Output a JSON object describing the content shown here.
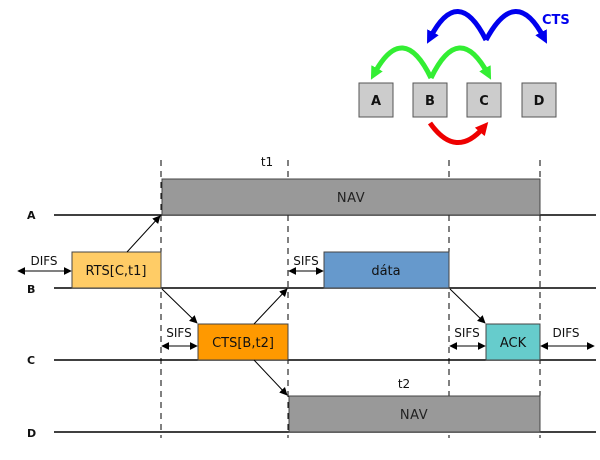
{
  "nodes": [
    "A",
    "B",
    "C",
    "D"
  ],
  "cts_label": "CTS",
  "rows": {
    "a": "A",
    "b": "B",
    "c": "C",
    "d": "D"
  },
  "time_labels": {
    "t1": "t1",
    "t2": "t2"
  },
  "frames": {
    "nav_a": "NAV",
    "rts": "RTS[C,t1]",
    "data": "dáta",
    "cts": "CTS[B,t2]",
    "ack": "ACK",
    "nav_d": "NAV"
  },
  "intervals": {
    "difs_b": "DIFS",
    "sifs_b": "SIFS",
    "sifs_c1": "SIFS",
    "sifs_c2": "SIFS",
    "difs_c": "DIFS"
  },
  "colors": {
    "nav": "#999999",
    "rts": "#ffcc66",
    "data": "#6699cc",
    "cts": "#ff9900",
    "ack": "#66cccc",
    "node": "#cccccc",
    "arrow_blue": "#0000ee",
    "arrow_green": "#33ee33",
    "arrow_red": "#ee0000"
  }
}
